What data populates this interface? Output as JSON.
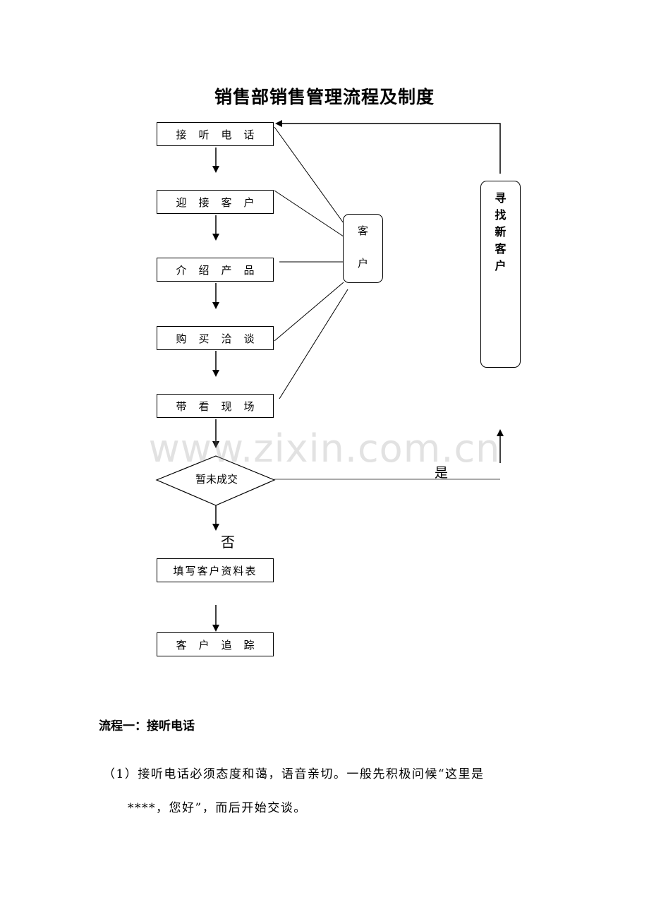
{
  "title": "销售部销售管理流程及制度",
  "flowchart": {
    "steps": [
      "接听电话",
      "迎接客户",
      "介绍产品",
      "购买洽谈",
      "带看现场"
    ],
    "decision": "暂未成交",
    "after_steps": [
      "填写客户资料表",
      "客户追踪"
    ],
    "customer_box": [
      "客",
      "户"
    ],
    "new_customer_box": [
      "寻",
      "找",
      "新",
      "客",
      "户"
    ],
    "yes_label": "是",
    "no_label": "否"
  },
  "watermark": "www.zixin.com.cn",
  "section": {
    "heading": "流程一：接听电话",
    "para_line1": "（1）接听电话必须态度和蔼，语音亲切。一般先积极问候“这里是",
    "para_line2": "****，您好”，而后开始交谈。"
  }
}
